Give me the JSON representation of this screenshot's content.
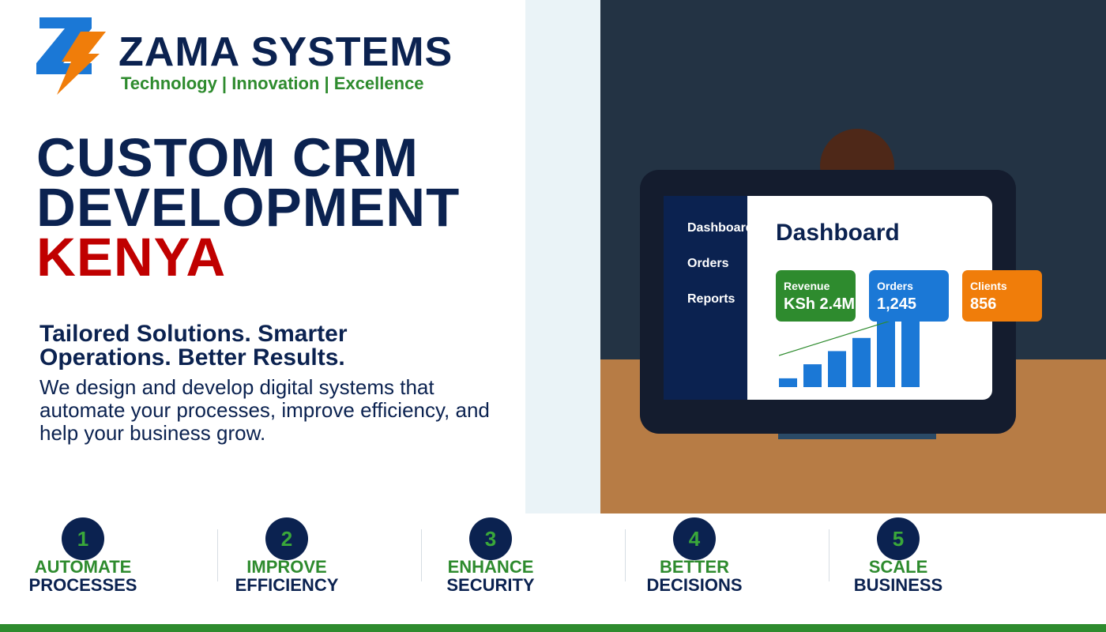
{
  "brand": {
    "name": "ZAMA SYSTEMS",
    "tagline": "Technology | Innovation | Excellence",
    "logo_icon": "z-lightning-logo-icon",
    "colors": {
      "navy": "#0b2250",
      "green": "#2e8b2e",
      "red": "#c00000",
      "blue": "#1b78d6",
      "orange": "#f07d0a"
    }
  },
  "hero": {
    "headline_line1": "CUSTOM CRM",
    "headline_line2": "DEVELOPMENT",
    "headline_accent": "KENYA",
    "subheading": "Tailored Solutions. Smarter Operations. Better Results.",
    "body": "We design and develop digital systems that automate your processes, improve efficiency, and help your business grow."
  },
  "dashboard": {
    "nav": [
      "Dashboard",
      "Orders",
      "Reports"
    ],
    "title": "Dashboard",
    "kpis": [
      {
        "label": "Revenue",
        "value": "KSh 2.4M",
        "color": "#2e8b2e"
      },
      {
        "label": "Orders",
        "value": "1,245",
        "color": "#1b78d6"
      },
      {
        "label": "Clients",
        "value": "856",
        "color": "#f07d0a"
      }
    ],
    "bar_values": [
      1,
      2.6,
      4.1,
      5.6,
      7.7,
      8.7
    ],
    "bar_max": 9,
    "bar_color": "#1b78d6",
    "trend_color": "#2e8b2e"
  },
  "features": [
    {
      "number": "1",
      "line1": "AUTOMATE",
      "line2": "PROCESSES"
    },
    {
      "number": "2",
      "line1": "IMPROVE",
      "line2": "EFFICIENCY"
    },
    {
      "number": "3",
      "line1": "ENHANCE",
      "line2": "SECURITY"
    },
    {
      "number": "4",
      "line1": "BETTER",
      "line2": "DECISIONS"
    },
    {
      "number": "5",
      "line1": "SCALE",
      "line2": "BUSINESS"
    }
  ]
}
